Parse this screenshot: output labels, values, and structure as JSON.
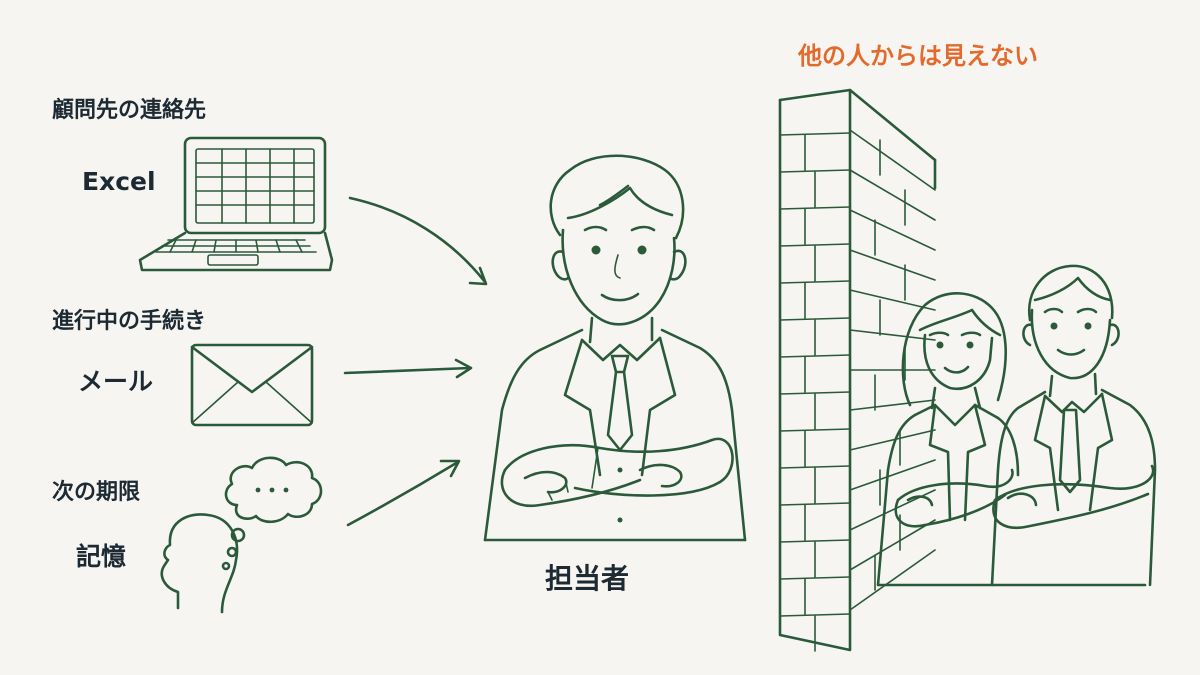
{
  "sources": [
    {
      "category": "顧問先の連絡先",
      "tool": "Excel",
      "icon": "laptop-icon"
    },
    {
      "category": "進行中の手続き",
      "tool": "メール",
      "icon": "envelope-icon"
    },
    {
      "category": "次の期限",
      "tool": "記憶",
      "icon": "thought-head-icon"
    }
  ],
  "person_label": "担当者",
  "wall_caption": "他の人からは見えない",
  "colors": {
    "ink": "#2b5a3a",
    "warning": "#e36a2c",
    "text": "#1d2a33",
    "background": "#f6f5f1"
  }
}
